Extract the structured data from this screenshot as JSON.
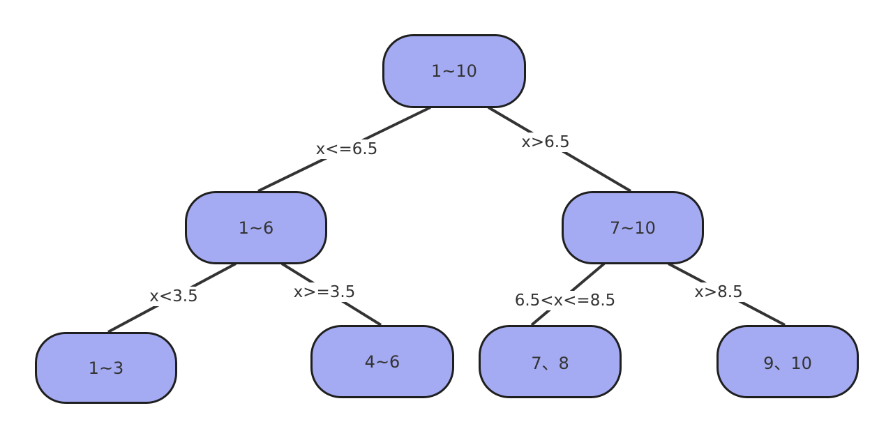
{
  "colors": {
    "node_fill": "#a4abf2",
    "node_border": "#1f1f1f",
    "edge": "#333333",
    "text": "#333333"
  },
  "nodes": {
    "root": "1~10",
    "left": "1~6",
    "right": "7~10",
    "left_left": "1~3",
    "left_right": "4~6",
    "right_left": "7、8",
    "right_right": "9、10"
  },
  "edges": {
    "root_left": "x<=6.5",
    "root_right": "x>6.5",
    "left_left": "x<3.5",
    "left_right": "x>=3.5",
    "right_left": "6.5<x<=8.5",
    "right_right": "x>8.5"
  }
}
